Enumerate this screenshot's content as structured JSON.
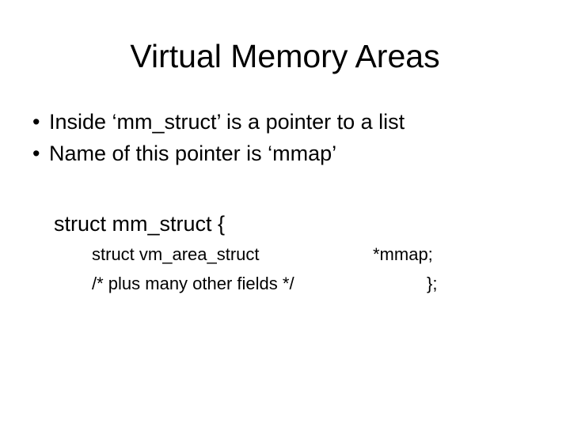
{
  "slide": {
    "title": "Virtual Memory Areas",
    "bullet_marker": "•",
    "bullets": [
      {
        "text": "Inside ‘mm_struct’ is a pointer to a list"
      },
      {
        "text": "Name of this pointer is ‘mmap’"
      }
    ],
    "code": {
      "open_line": "struct mm_struct {",
      "rows": [
        {
          "left": "struct vm_area_struct",
          "right": "*mmap;"
        },
        {
          "left": "/* plus many other fields */",
          "right": "};"
        }
      ]
    },
    "colors": {
      "background": "#ffffff",
      "text": "#000000"
    }
  }
}
